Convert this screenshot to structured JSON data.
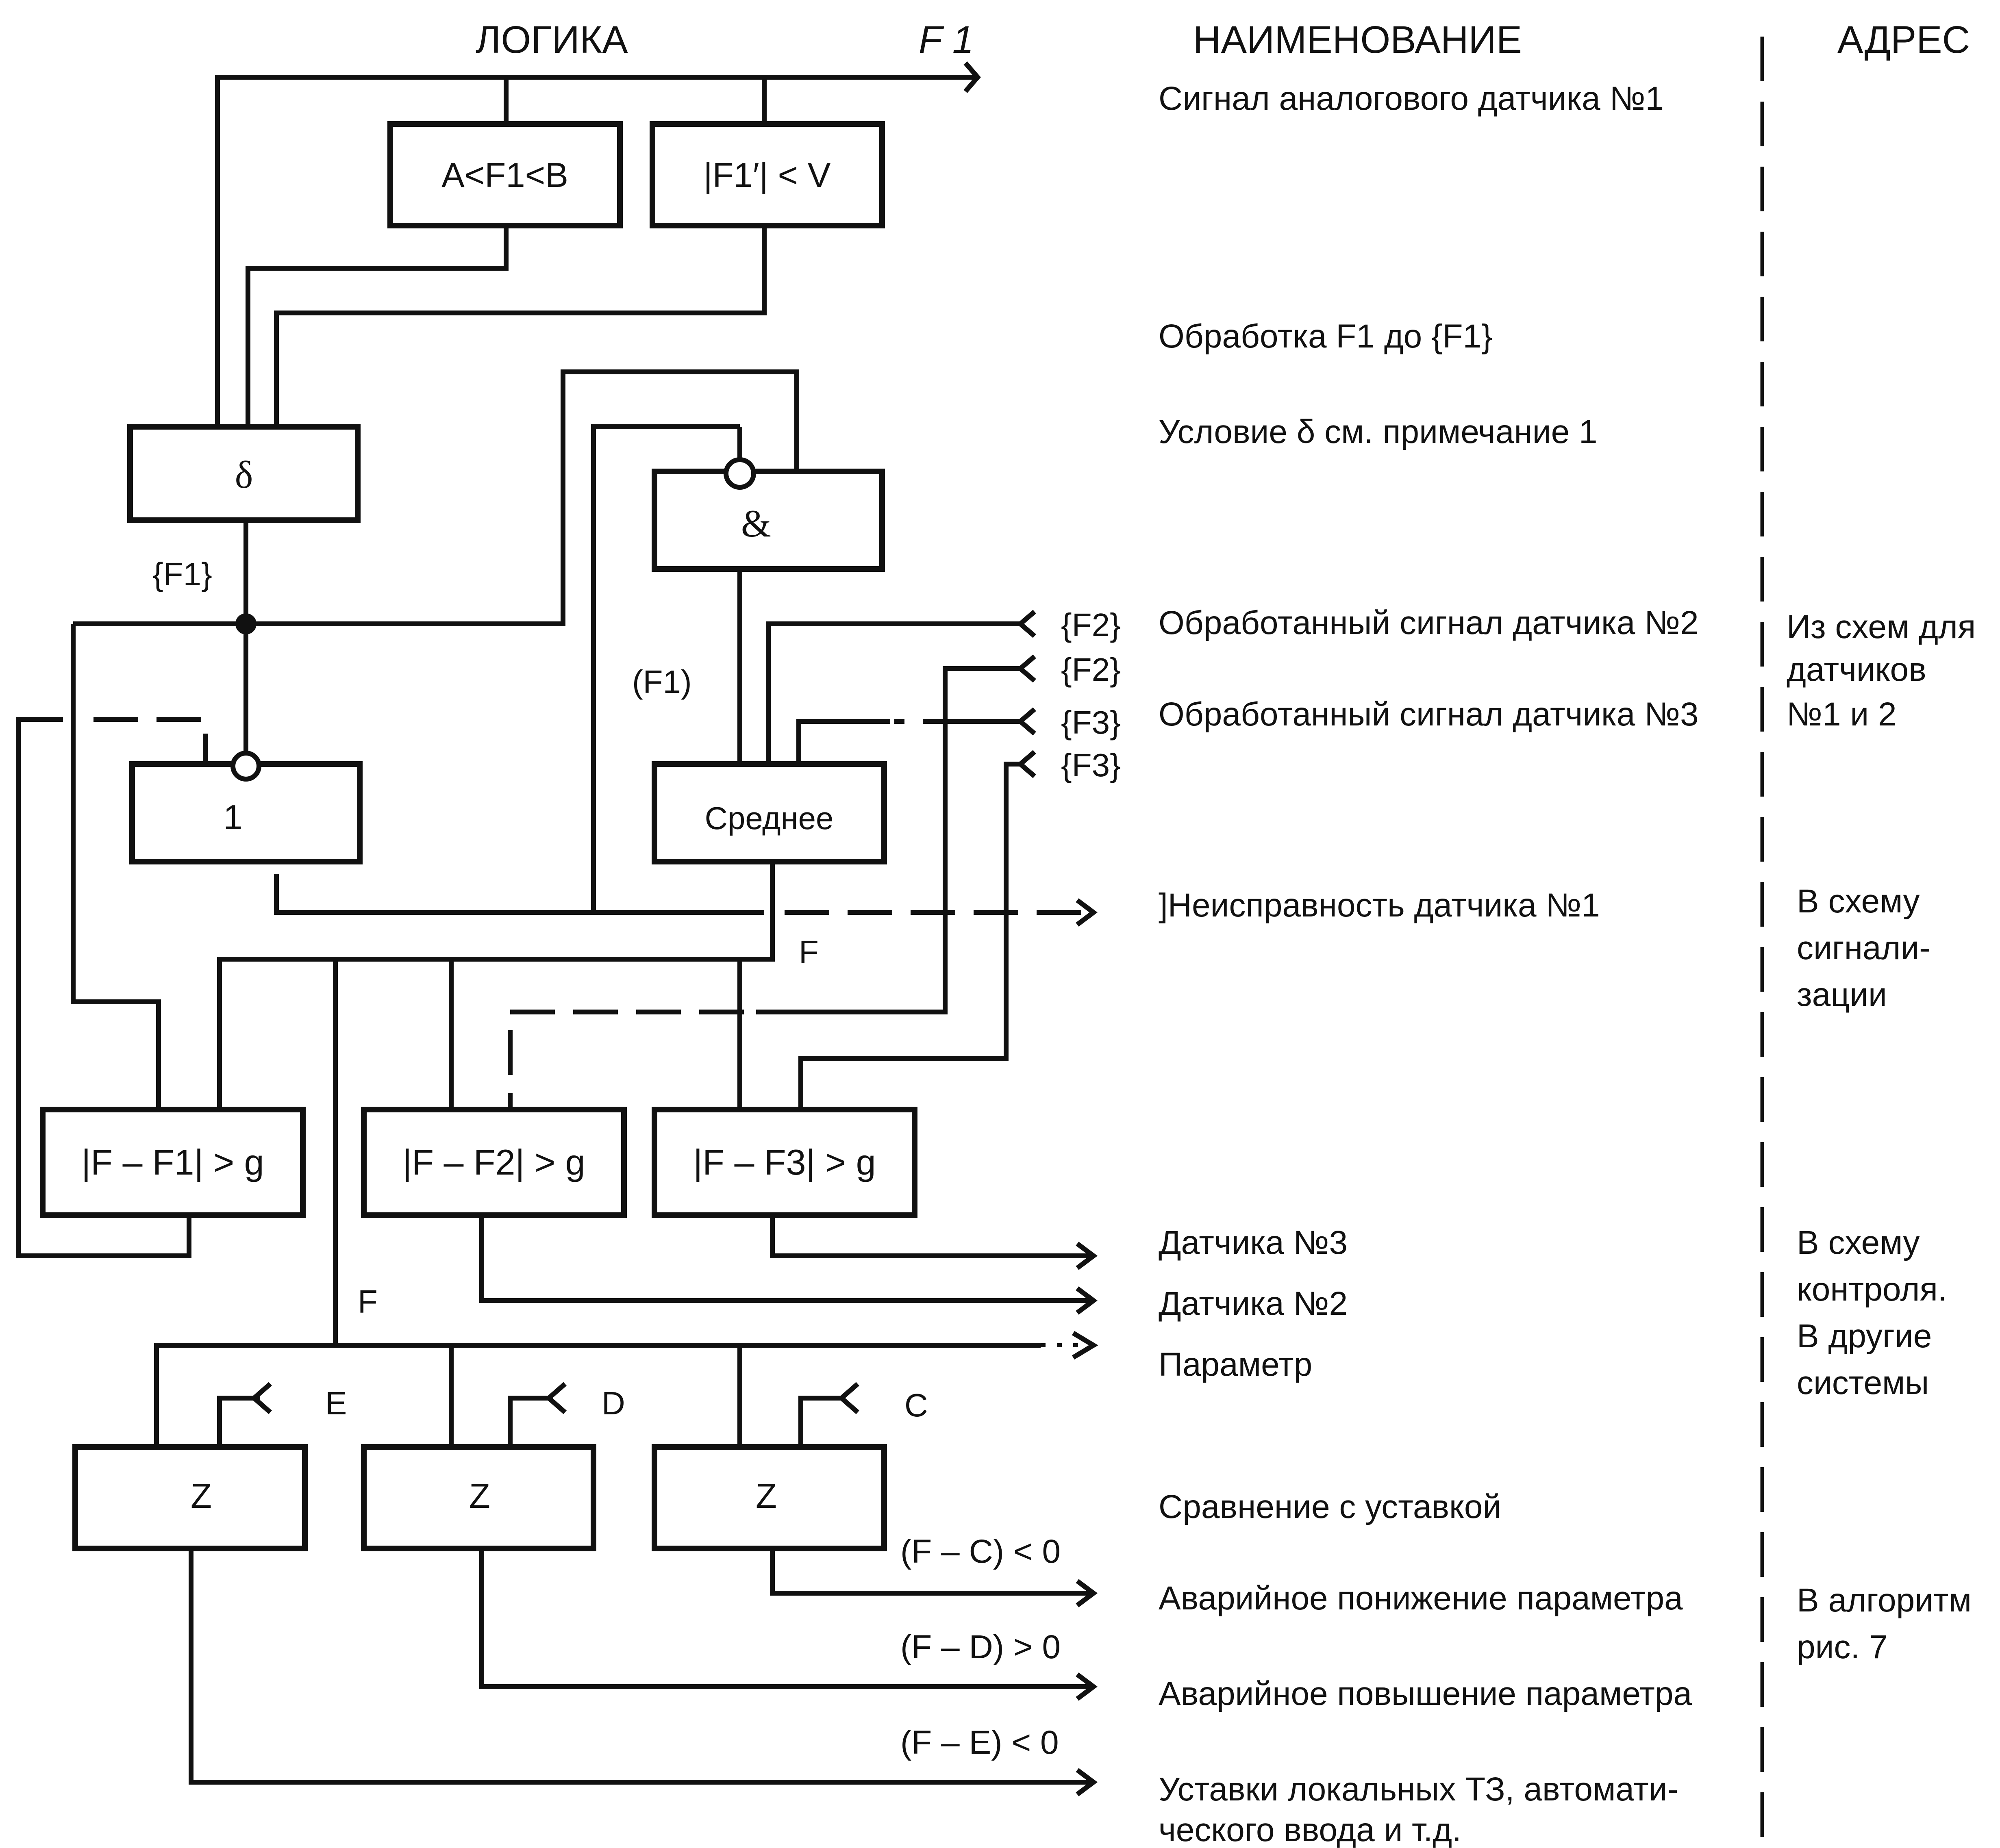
{
  "headers": {
    "logic": "ЛОГИКА",
    "name": "НАИМЕНОВАНИЕ",
    "address": "АДРЕС"
  },
  "inputs": {
    "f1": "F 1",
    "f2a": "{F2}",
    "f2b": "{F2}",
    "f3a": "{F3}",
    "f3b": "{F3}",
    "e": "E",
    "d": "D",
    "c": "C"
  },
  "blocks": {
    "range": "A<F1<B",
    "rate": "|F1′| < V",
    "delta": "δ",
    "and": "&",
    "or": "1",
    "mean": "Среднее",
    "dev1": "|F – F1| > g",
    "dev2": "|F – F2| > g",
    "dev3": "|F – F3| > g",
    "z1": "Z",
    "z2": "Z",
    "z3": "Z"
  },
  "signals": {
    "f1_proc": "{F1}",
    "f1_paren": "(F1)",
    "f_mid": "F",
    "f_low": "F",
    "fc": "(F – C) < 0",
    "fd": "(F – D) > 0",
    "fe": "(F – E) < 0"
  },
  "names": [
    "Сигнал аналогового датчика №1",
    "Обработка F1 до {F1}",
    "Условие δ  см. примечание 1",
    "Обработанный сигнал датчика №2",
    "Обработанный сигнал датчика №3",
    "]Неисправность датчика №1",
    "Датчика №3",
    "Датчика №2",
    "Параметр",
    "Сравнение с уставкой",
    "Аварийное понижение параметра",
    "Аварийное повышение параметра",
    "Уставки локальных ТЗ, автомати-",
    "ческого ввода и т.д."
  ],
  "addresses": [
    "Из схем для",
    "датчиков",
    "№1 и 2",
    "В схему",
    "сигнали-",
    "зации",
    "В схему",
    "контроля.",
    "В другие",
    "системы",
    "В алгоритм",
    "рис. 7"
  ]
}
